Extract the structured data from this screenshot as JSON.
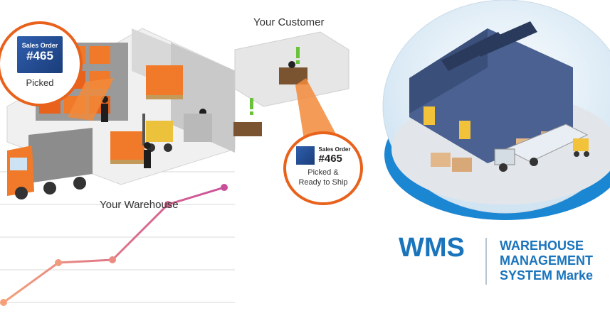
{
  "scene": {
    "customer_label": "Your Customer",
    "warehouse_label": "Your Warehouse"
  },
  "badge_picked": {
    "header": "Sales Order",
    "number": "#465",
    "status": "Picked"
  },
  "badge_ready": {
    "header": "Sales Order",
    "number": "#465",
    "status_line1": "Picked &",
    "status_line2": "Ready to Ship"
  },
  "logo": {
    "acronym": "WMS",
    "line1": "WAREHOUSE",
    "line2": "MANAGEMENT",
    "line3": "SYSTEM Marke"
  },
  "colors": {
    "accent_orange": "#e8621c",
    "brand_blue": "#1a74bc",
    "trend_line_start": "#f4a07a",
    "trend_line_end": "#c94f9a"
  },
  "icons": [
    "truck-icon",
    "forklift-icon",
    "worker-icon",
    "warehouse-building-icon",
    "exclamation-icon"
  ]
}
